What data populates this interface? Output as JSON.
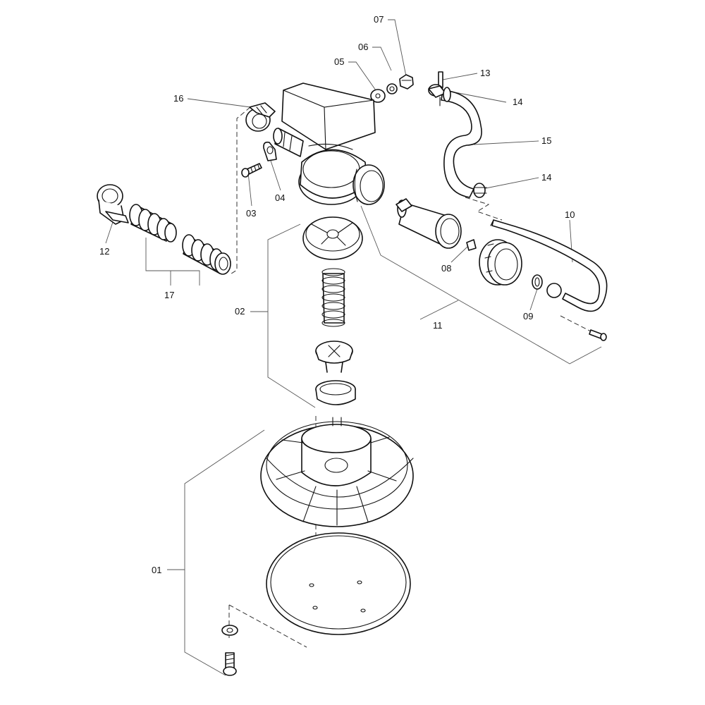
{
  "diagram": {
    "labels": {
      "p01": "01",
      "p02": "02",
      "p03": "03",
      "p04": "04",
      "p05": "05",
      "p06": "06",
      "p07": "07",
      "p08": "08",
      "p09": "09",
      "p10": "10",
      "p11": "11",
      "p12": "12",
      "p13": "13",
      "p14a": "14",
      "p14b": "14",
      "p15": "15",
      "p16": "16",
      "p17": "17"
    }
  }
}
